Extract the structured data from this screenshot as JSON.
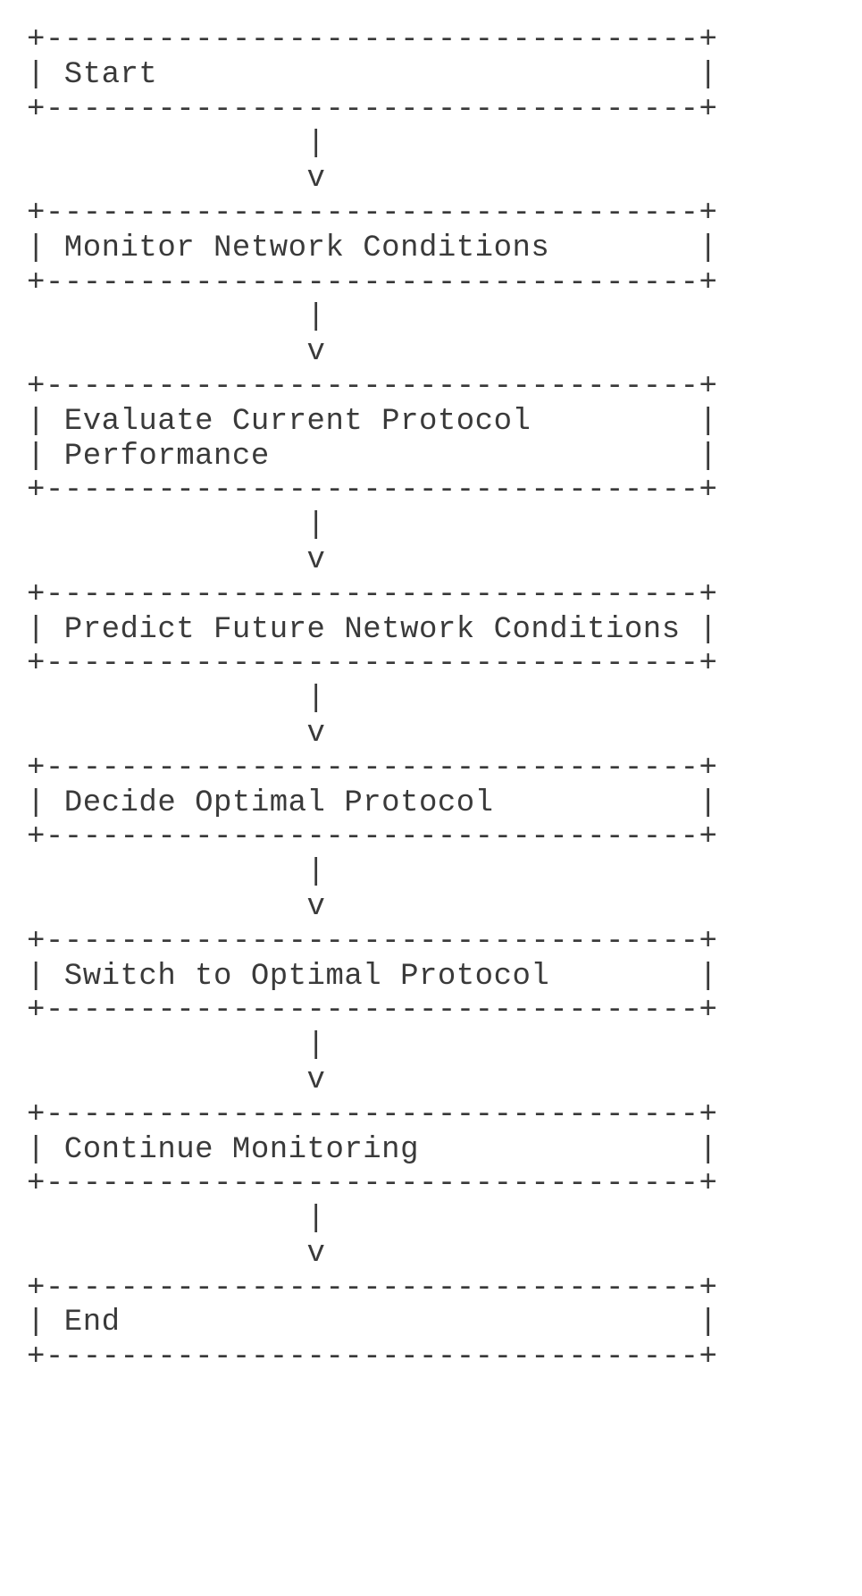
{
  "page": {
    "background": "#ffffff"
  },
  "diagram": {
    "type": "flowchart",
    "style": "ascii-art",
    "direction": "top-down",
    "colors": {
      "text": "#3a3a3a",
      "background": "#ffffff"
    },
    "nodes": [
      {
        "id": "start",
        "label": "Start",
        "ascii": "+-----------------------------------+\n| Start                             |\n+-----------------------------------+"
      },
      {
        "id": "monitor-network-conditions",
        "label": "Monitor Network Conditions",
        "ascii": "+-----------------------------------+\n| Monitor Network Conditions        |\n+-----------------------------------+"
      },
      {
        "id": "evaluate-current-protocol-performance",
        "label": "Evaluate Current Protocol Performance",
        "ascii": "+-----------------------------------+\n| Evaluate Current Protocol         |\n| Performance                       |\n+-----------------------------------+"
      },
      {
        "id": "predict-future-network-conditions",
        "label": "Predict Future Network Conditions",
        "ascii": "+-----------------------------------+\n| Predict Future Network Conditions |\n+-----------------------------------+"
      },
      {
        "id": "decide-optimal-protocol",
        "label": "Decide Optimal Protocol",
        "ascii": "+-----------------------------------+\n| Decide Optimal Protocol           |\n+-----------------------------------+"
      },
      {
        "id": "switch-to-optimal-protocol",
        "label": "Switch to Optimal Protocol",
        "ascii": "+-----------------------------------+\n| Switch to Optimal Protocol        |\n+-----------------------------------+"
      },
      {
        "id": "continue-monitoring",
        "label": "Continue Monitoring",
        "ascii": "+-----------------------------------+\n| Continue Monitoring               |\n+-----------------------------------+"
      },
      {
        "id": "end",
        "label": "End",
        "ascii": "+-----------------------------------+\n| End                               |\n+-----------------------------------+"
      }
    ],
    "connector_ascii": "               |\n               v",
    "edges": [
      {
        "from": "Start",
        "to": "Monitor Network Conditions"
      },
      {
        "from": "Monitor Network Conditions",
        "to": "Evaluate Current Protocol Performance"
      },
      {
        "from": "Evaluate Current Protocol Performance",
        "to": "Predict Future Network Conditions"
      },
      {
        "from": "Predict Future Network Conditions",
        "to": "Decide Optimal Protocol"
      },
      {
        "from": "Decide Optimal Protocol",
        "to": "Switch to Optimal Protocol"
      },
      {
        "from": "Switch to Optimal Protocol",
        "to": "Continue Monitoring"
      },
      {
        "from": "Continue Monitoring",
        "to": "End"
      }
    ]
  }
}
